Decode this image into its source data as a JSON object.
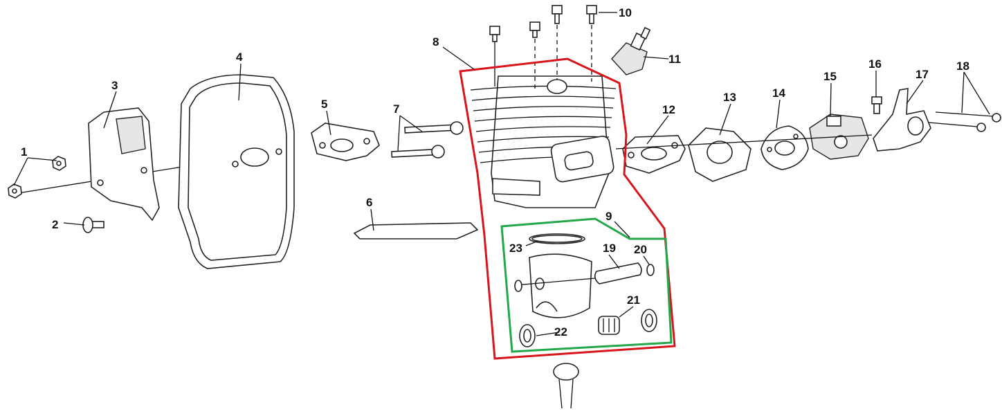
{
  "title": "Cylinder / piston exploded parts diagram",
  "labels": [
    "1",
    "2",
    "3",
    "4",
    "5",
    "6",
    "7",
    "8",
    "9",
    "10",
    "11",
    "12",
    "13",
    "14",
    "15",
    "16",
    "17",
    "18",
    "19",
    "20",
    "21",
    "22",
    "23"
  ],
  "colors": {
    "assembly_outline": "#d9141b",
    "piston_kit_outline": "#22a84a",
    "line": "#222222"
  }
}
